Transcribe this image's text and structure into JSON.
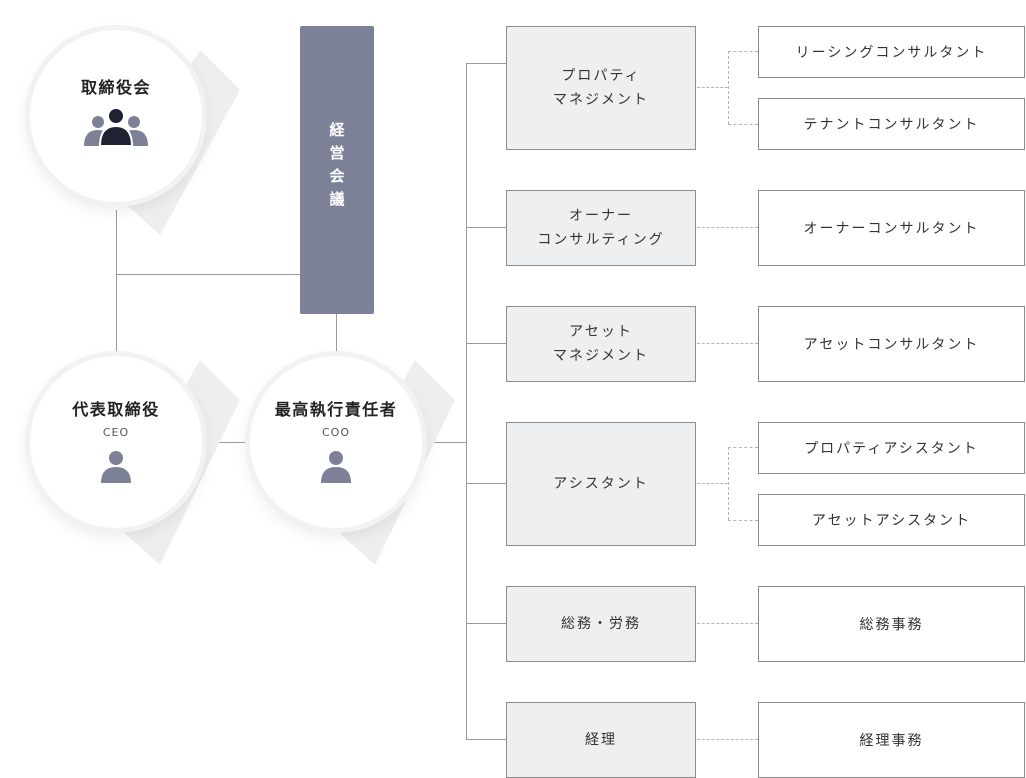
{
  "board": {
    "title": "取締役会"
  },
  "council": {
    "label": "経営会議"
  },
  "ceo": {
    "title": "代表取締役",
    "sub": "CEO"
  },
  "coo": {
    "title": "最高執行責任者",
    "sub": "COO"
  },
  "departments": [
    {
      "line1": "プロパティ",
      "line2": "マネジメント"
    },
    {
      "line1": "オーナー",
      "line2": "コンサルティング"
    },
    {
      "line1": "アセット",
      "line2": "マネジメント"
    },
    {
      "line1": "アシスタント",
      "line2": ""
    },
    {
      "line1": "総務・労務",
      "line2": ""
    },
    {
      "line1": "経理",
      "line2": ""
    }
  ],
  "roles": [
    "リーシングコンサルタント",
    "テナントコンサルタント",
    "オーナーコンサルタント",
    "アセットコンサルタント",
    "プロパティアシスタント",
    "アセットアシスタント",
    "総務事務",
    "経理事務"
  ],
  "colors": {
    "council": "#7d8197",
    "dept_bg": "#eeeff1",
    "icon": "#7d8197",
    "icon_dark": "#1f2233"
  },
  "icons": {
    "group": "people-group-icon",
    "person": "person-icon"
  }
}
